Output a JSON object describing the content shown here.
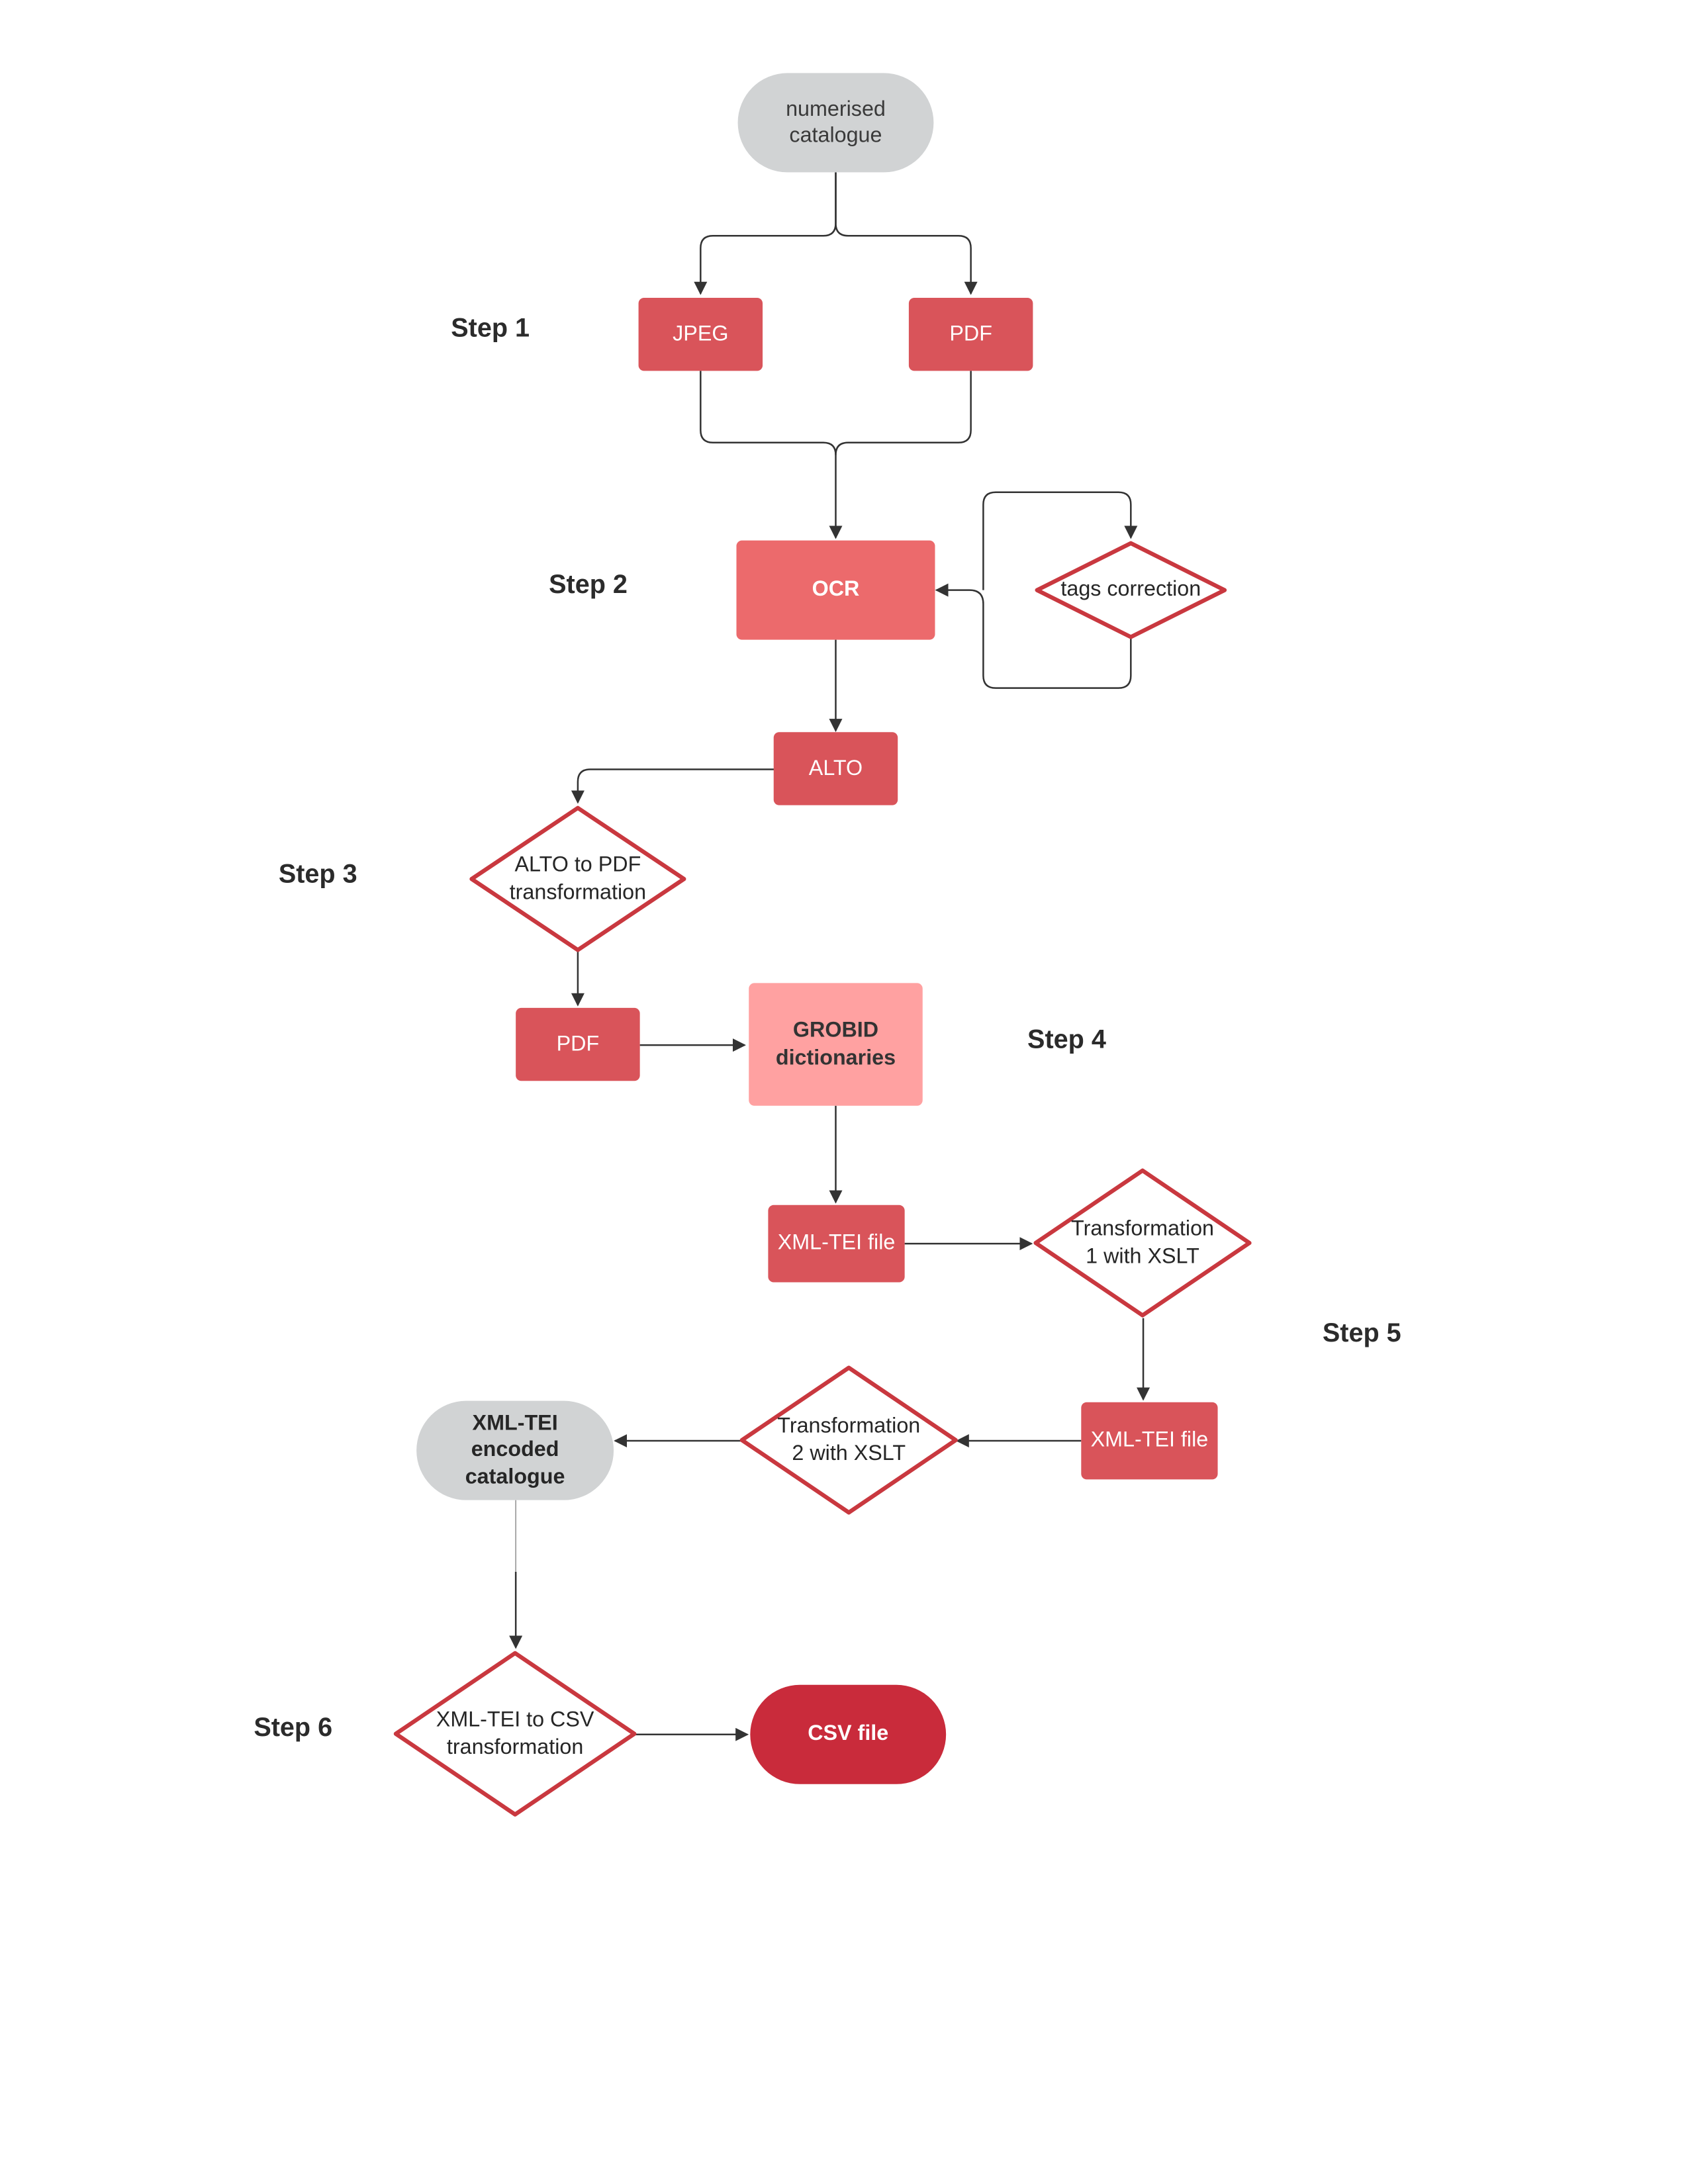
{
  "colors": {
    "accent_red": "#d9545a",
    "ocr_red": "#ec6a6c",
    "grobid_pink": "#ffa1a1",
    "terminal_grey": "#d1d3d4",
    "csv_red": "#c92b3b",
    "diamond_stroke": "#c9383f",
    "connector": "#333333"
  },
  "steps": {
    "step1": "Step 1",
    "step2": "Step 2",
    "step3": "Step 3",
    "step4": "Step 4",
    "step5": "Step 5",
    "step6": "Step 6"
  },
  "nodes": {
    "numerised_catalogue": "numerised catalogue",
    "jpeg": "JPEG",
    "pdf_input": "PDF",
    "ocr": "OCR",
    "tags_correction": "tags correction",
    "alto": "ALTO",
    "alto_to_pdf": "ALTO to PDF transformation",
    "pdf_output": "PDF",
    "grobid": "GROBID dictionaries",
    "xml_tei_file_1": "XML-TEI file",
    "transformation_1": "Transformation 1 with XSLT",
    "xml_tei_file_2": "XML-TEI file",
    "transformation_2": "Transformation 2 with XSLT",
    "xml_tei_encoded": "XML-TEI encoded catalogue",
    "xml_tei_to_csv": "XML-TEI to CSV transformation",
    "csv_file": "CSV file"
  }
}
